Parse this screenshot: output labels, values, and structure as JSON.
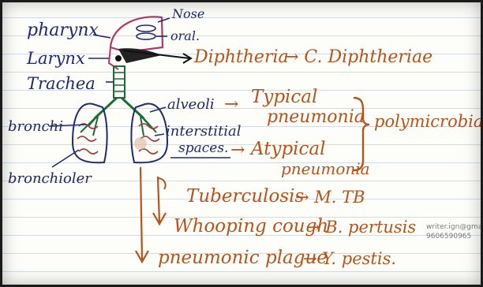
{
  "labels": {
    "pharynx": "pharynx",
    "nose": "Nose",
    "oral": "oral.",
    "larynx": "Larynx",
    "trachea": "Trachea",
    "bronchi": "bronchi",
    "bronchioles": "bronchioler",
    "alveoli": "alveoli",
    "interstitial": "interstitial",
    "spaces": "spaces."
  },
  "diseases": {
    "diphtheria": "Diphtheria",
    "diphtheria_agent": "→ C. Diphtheriae",
    "typical": "Typical",
    "typical_pneumonia": "pneumonia",
    "atypical": "Atypical",
    "atypical_pneumonia": "pneumonia",
    "polymicrobial": "polymicrobial",
    "tb": "Tuberculosis",
    "tb_agent": "→ M. TB",
    "whooping": "Whooping cough",
    "whooping_agent": "→ B. pertusis",
    "plague": "pneumonic plague",
    "plague_agent": "→ Y. pestis."
  },
  "watermark": {
    "line1": "writer.ign@gmai",
    "line2": "9606590965"
  },
  "colors": {
    "navy": "#1f2b6b",
    "brown": "#b5541c",
    "green": "#1e6b34",
    "magenta": "#b0386a",
    "lung_red": "#a33a3a"
  }
}
